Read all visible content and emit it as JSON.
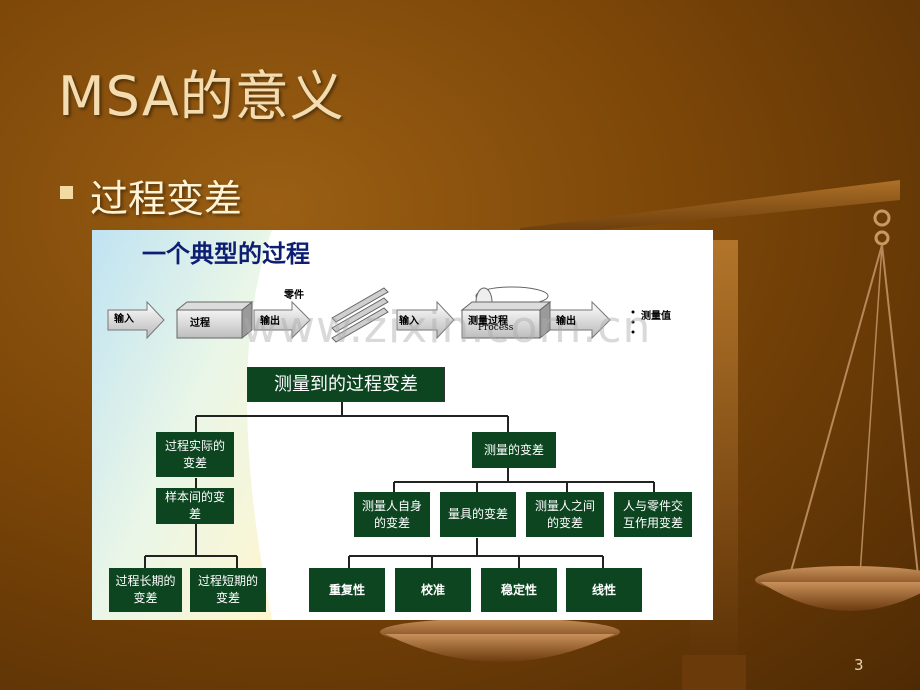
{
  "slide": {
    "title": "MSA的意义",
    "bullet": "过程变差",
    "page_number": "3"
  },
  "figure": {
    "title": "一个典型的过程",
    "watermark": "www.zixin.com.cn",
    "flow": {
      "input1": "输入",
      "process": "过程",
      "output1": "输出",
      "parts": "零件",
      "input2": "输入",
      "measure": "测量过程",
      "measure_en": "Process",
      "output2": "输出",
      "value": "测量值"
    },
    "tree": {
      "root": "测量到的过程变差",
      "left": {
        "label": "过程实际的\n变差",
        "child": "样本间的变\n差",
        "leaves": [
          "过程长期的\n变差",
          "过程短期的\n变差"
        ]
      },
      "right": {
        "label": "测量的变差",
        "children": [
          "测量人自身\n的变差",
          "量具的变差",
          "测量人之间\n的变差",
          "人与零件交\n互作用变差"
        ],
        "leaves": [
          "重复性",
          "校准",
          "稳定性",
          "线性"
        ]
      }
    }
  }
}
